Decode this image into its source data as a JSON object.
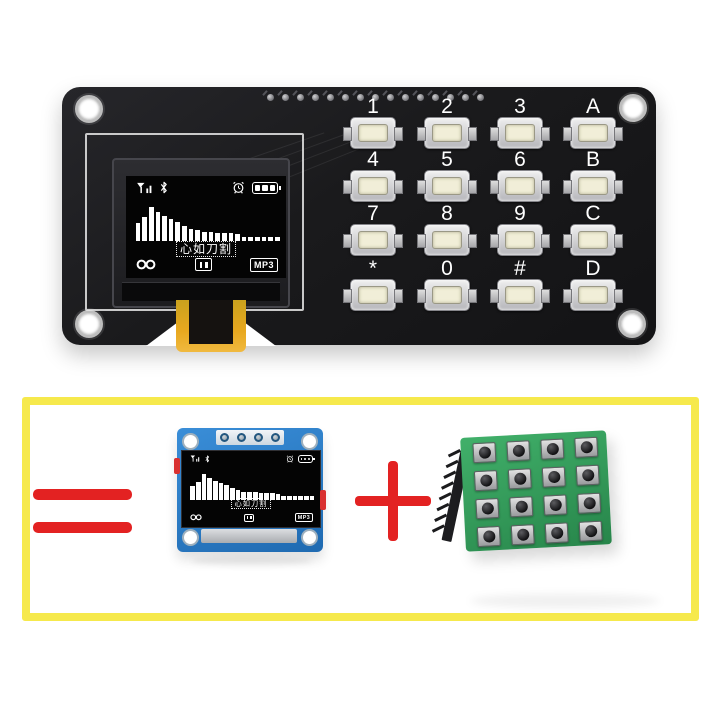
{
  "colors": {
    "pcb_black": "#1a1a1c",
    "accent_red": "#e32222",
    "frame_yellow": "#f6e94c",
    "pcb_blue": "#2a7cc7",
    "pcb_green": "#2f9d58",
    "key_cream": "#f1eed8"
  },
  "main_board": {
    "pin_count": 15,
    "keypad_keys": [
      "1",
      "2",
      "3",
      "A",
      "4",
      "5",
      "6",
      "B",
      "7",
      "8",
      "9",
      "C",
      "*",
      "0",
      "#",
      "D"
    ]
  },
  "oled_display": {
    "status_icons_left": [
      "signal-icon",
      "bluetooth-icon"
    ],
    "status_icons_right": [
      "alarm-icon",
      "battery-icon"
    ],
    "spectrum_bars": [
      46,
      62,
      88,
      76,
      64,
      57,
      50,
      40,
      32,
      28,
      25,
      25,
      22,
      22,
      22,
      18,
      11,
      11,
      11,
      11,
      11,
      11
    ],
    "song_title": "心如刀割",
    "player_icons": [
      "qq-icon",
      "pause-icon"
    ],
    "format_badge": "MP3"
  },
  "equation": {
    "equals_symbol": "=",
    "plus_symbol": "+"
  },
  "blue_module": {
    "pin_count": 4
  },
  "green_module": {
    "rows": 4,
    "cols": 4,
    "pin_count": 8
  }
}
